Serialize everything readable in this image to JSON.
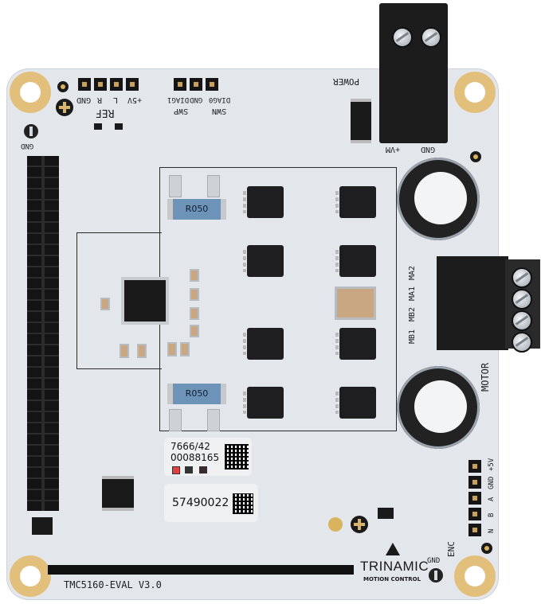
{
  "board": {
    "name": "TMC5160-EVAL V3.0",
    "brand": "TRINAMIC",
    "brand_sub": "MOTION CONTROL",
    "colors": {
      "pcb": "#e3e6ea",
      "mount_ring": "#e2bf7a",
      "connector": "#1c1c1c",
      "shunt": "#6d93b8"
    }
  },
  "silkscreen": {
    "ref_header": {
      "pins": [
        "GND",
        "R",
        "L",
        "+5V"
      ],
      "group": "REF"
    },
    "diag_header": {
      "pins": [
        "DIAG1",
        "GND",
        "DIAG0"
      ],
      "groups": [
        "SWP",
        "SWN"
      ]
    },
    "gnd_left": "GND",
    "power": {
      "title": "POWER",
      "pins": [
        "+VM",
        "GND"
      ]
    },
    "motor": {
      "title": "MOTOR",
      "pins": [
        "MA2",
        "MA1",
        "MB2",
        "MB1"
      ]
    },
    "encoder": {
      "title": "ENC",
      "pins": [
        "+5V",
        "GND",
        "A",
        "B",
        "N"
      ]
    },
    "gnd_bottom": "GND",
    "shunts": [
      "R050",
      "R050"
    ]
  },
  "labels": {
    "lot_line1": "7666/42",
    "lot_line2": "00088165",
    "serial": "57490022"
  }
}
